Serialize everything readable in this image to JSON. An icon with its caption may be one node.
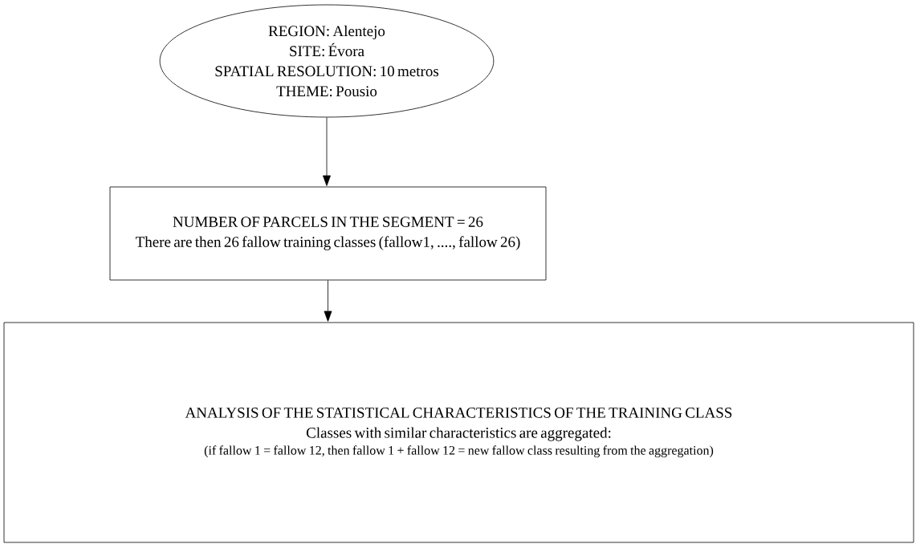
{
  "diagram": {
    "nodes": [
      {
        "text": [
          "REGION: Alentejo",
          "SITE: Évora",
          "SPATIAL RESOLUTION: 10 metros",
          "THEME: Pousio"
        ]
      },
      {
        "text": [
          "NUMBER OF PARCELS IN THE SEGMENT = 26",
          "There are then 26 fallow training classes (fallow1, ...., fallow 26)"
        ]
      },
      {
        "text": [
          "ANALYSIS OF THE STATISTICAL CHARACTERISTICS OF THE TRAINING CLASS",
          "Classes with similar characteristics are aggregated:",
          "(if fallow 1 = fallow 12, then fallow 1 + fallow 12 = new fallow class resulting from the aggregation)"
        ]
      }
    ],
    "edges": [
      {
        "from": 0,
        "to": 1,
        "arrow": "to"
      },
      {
        "from": 1,
        "to": 2,
        "arrow": "to"
      }
    ]
  }
}
